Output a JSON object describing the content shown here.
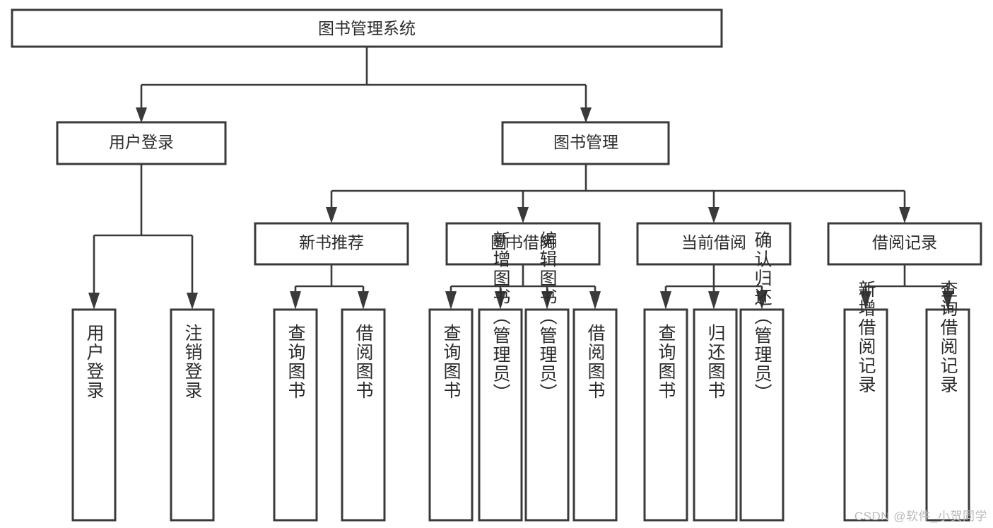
{
  "diagram": {
    "type": "tree-hierarchy",
    "title": "图书管理系统",
    "watermark": "CSDN @软件_小贺同学",
    "colors": {
      "box_fill": "#ffffff",
      "box_stroke": "#3a3a3a",
      "edge": "#3a3a3a",
      "text": "#2b2b2b",
      "watermark": "#b9b9b9",
      "background": "#ffffff"
    },
    "levels": {
      "level1": [
        {
          "id": "root",
          "label": "图书管理系统"
        }
      ],
      "level2": [
        {
          "id": "user-login",
          "label": "用户登录",
          "parent": "root"
        },
        {
          "id": "book-manage",
          "label": "图书管理",
          "parent": "root"
        }
      ],
      "level3": [
        {
          "id": "new-book-rec",
          "label": "新书推荐",
          "parent": "book-manage"
        },
        {
          "id": "book-borrow",
          "label": "图书借阅",
          "parent": "book-manage"
        },
        {
          "id": "current-borrow",
          "label": "当前借阅",
          "parent": "book-manage"
        },
        {
          "id": "borrow-record",
          "label": "借阅记录",
          "parent": "book-manage"
        }
      ],
      "leaves": [
        {
          "id": "leaf-user-login",
          "label": "用户登录",
          "parent": "user-login"
        },
        {
          "id": "leaf-logout-login",
          "label": "注销登录",
          "parent": "user-login"
        },
        {
          "id": "leaf-query-book-1",
          "label": "查询图书",
          "parent": "new-book-rec"
        },
        {
          "id": "leaf-borrow-book-1",
          "label": "借阅图书",
          "parent": "new-book-rec"
        },
        {
          "id": "leaf-query-book-2",
          "label": "查询图书",
          "parent": "book-borrow"
        },
        {
          "id": "leaf-add-book",
          "label": "新增图书（管理员）",
          "parent": "book-borrow"
        },
        {
          "id": "leaf-edit-book",
          "label": "编辑图书（管理员）",
          "parent": "book-borrow"
        },
        {
          "id": "leaf-borrow-book-2",
          "label": "借阅图书",
          "parent": "book-borrow"
        },
        {
          "id": "leaf-query-book-3",
          "label": "查询图书",
          "parent": "current-borrow"
        },
        {
          "id": "leaf-return-book",
          "label": "归还图书",
          "parent": "current-borrow"
        },
        {
          "id": "leaf-confirm-return",
          "label": "确认归还（管理员）",
          "parent": "current-borrow"
        },
        {
          "id": "leaf-add-record",
          "label": "新增借阅记录",
          "parent": "borrow-record"
        },
        {
          "id": "leaf-query-record",
          "label": "查询借阅记录",
          "parent": "borrow-record"
        }
      ]
    }
  }
}
